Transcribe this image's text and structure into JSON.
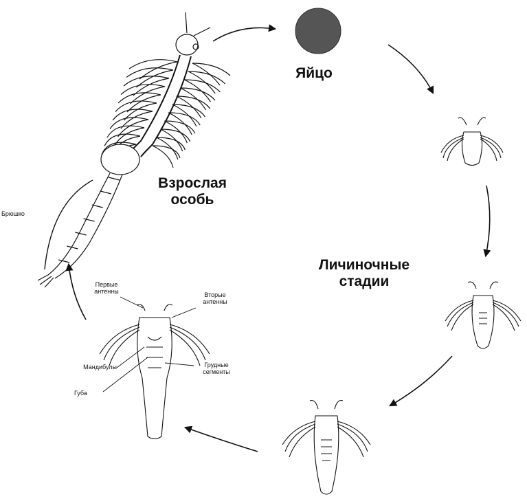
{
  "labels": {
    "egg": "Яйцо",
    "adult": "Взрослая\nособь",
    "larval": "Личиночные\nстадии",
    "abdomen": "Брюшко",
    "first_antennae": "Первые\nантенны",
    "second_antennae": "Вторые\nантенны",
    "mandibles": "Мандибулы",
    "lip": "Губа",
    "thoracic_segments": "Грудные\nсегменты"
  },
  "colors": {
    "ink": "#111111",
    "egg_fill": "#555555",
    "background": "#ffffff"
  }
}
